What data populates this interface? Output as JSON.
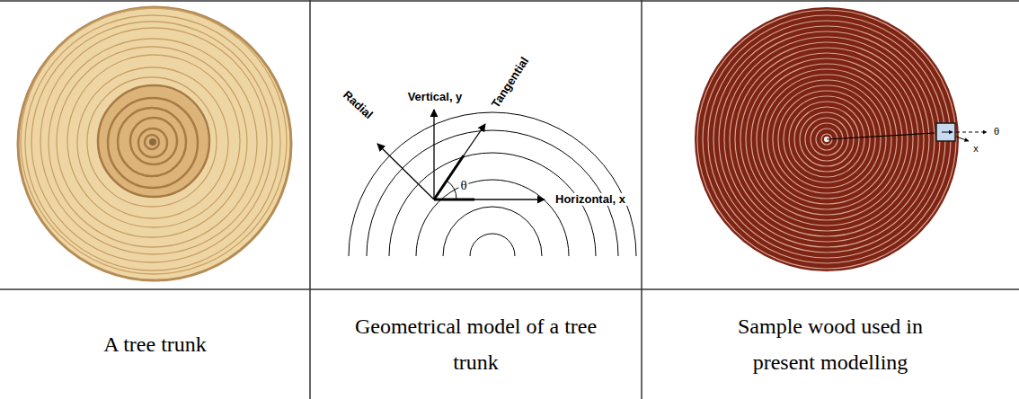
{
  "diagram": {
    "nodes": [
      {
        "text": [
          "A tree trunk"
        ]
      },
      {
        "text": [
          "Geometrical model of a tree trunk"
        ]
      },
      {
        "text": [
          "Sample wood used in present modelling"
        ]
      }
    ],
    "labels": [
      "Vertical, y",
      "Radial",
      "Tangential",
      "θ",
      "Horizontal, x",
      "θ",
      "x"
    ]
  }
}
